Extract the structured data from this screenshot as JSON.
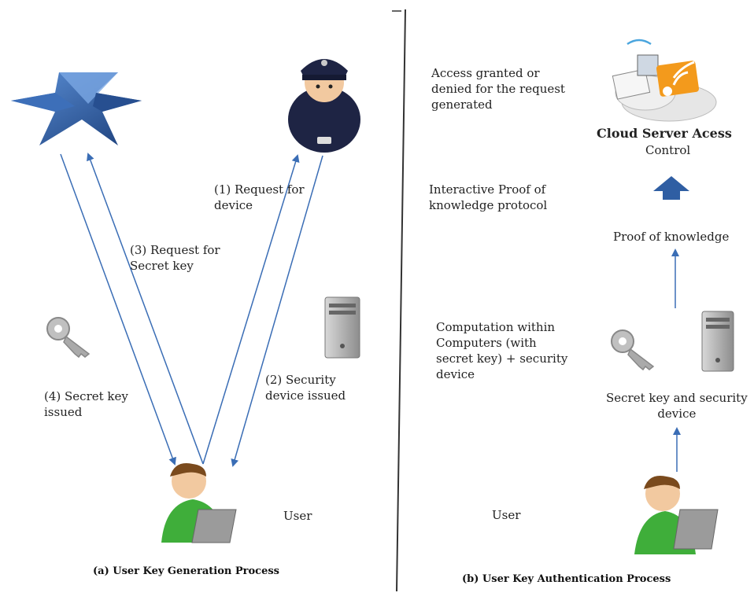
{
  "left_panel": {
    "caption": "(a) User Key Generation Process",
    "step1": "(1) Request for\ndevice",
    "step2": "(2) Security\ndevice issued",
    "step3": "(3) Request for\nSecret key",
    "step4": "(4) Secret key\nissued",
    "user_label": "User"
  },
  "right_panel": {
    "caption": "(b) User Key Authentication Process",
    "access_note": "Access granted or\ndenied for the request\ngenerated",
    "cloud_title": "Cloud Server Acess",
    "cloud_subtitle": "Control",
    "protocol_note": "Interactive Proof of\nknowledge protocol",
    "proof_label": "Proof of knowledge",
    "computation_note": "Computation within\nComputers (with\nsecret key) + security\ndevice",
    "secret_device_label": "Secret key and security\ndevice",
    "user_label": "User"
  },
  "colors": {
    "arrow": "#3a6db5",
    "divider": "#333333",
    "user_shirt": "#3fae3a",
    "police": "#1e2444",
    "logo_blue": "#2f63b0",
    "server_gray": "#9a9a9a",
    "orange_rss": "#f39a1c"
  },
  "icons": [
    "star-logo-icon",
    "police-officer-icon",
    "key-icon",
    "server-icon",
    "user-laptop-icon",
    "cloud-server-icon",
    "up-arrow-icon"
  ]
}
